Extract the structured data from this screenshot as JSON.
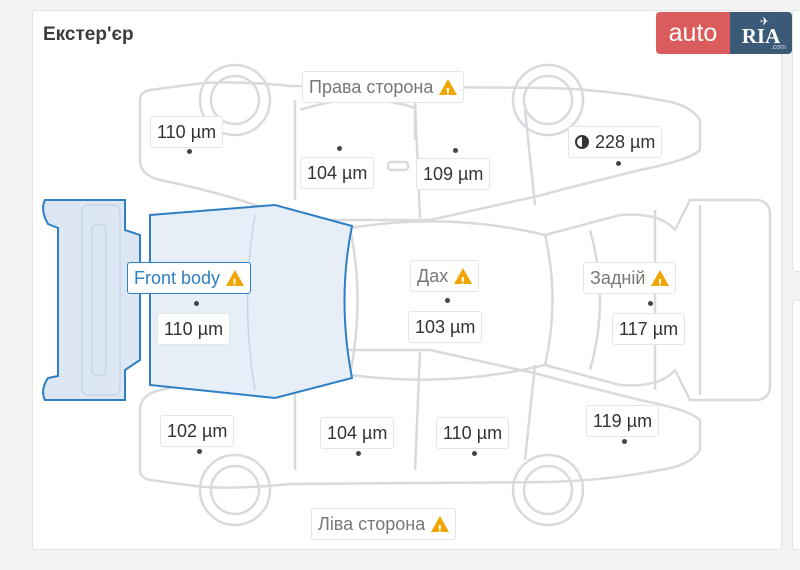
{
  "title": "Екстер'єр",
  "logo": {
    "left": "auto",
    "right": "RIA",
    "sub": ".com"
  },
  "colors": {
    "active": "#2e7fc3",
    "warning": "#f0a500",
    "outline": "#d9dadd",
    "highlight_fill": "#e6eef8"
  },
  "sections": {
    "right_side": "Права сторона",
    "left_side": "Ліва сторона",
    "roof": "Дах",
    "rear": "Задній",
    "front": "Front body"
  },
  "readings": {
    "front_right_fender": "110 µm",
    "front_right_door": "104 µm",
    "rear_right_door": "109 µm",
    "rear_right_quarter": "228 µm",
    "hood": "110 µm",
    "roof": "103 µm",
    "trunk": "117 µm",
    "front_left_fender": "102 µm",
    "front_left_door": "104 µm",
    "rear_left_door": "110 µm",
    "rear_left_quarter": "119 µm"
  },
  "icons": {
    "warning": "warning-icon",
    "half_circle": "half-circle-icon"
  }
}
